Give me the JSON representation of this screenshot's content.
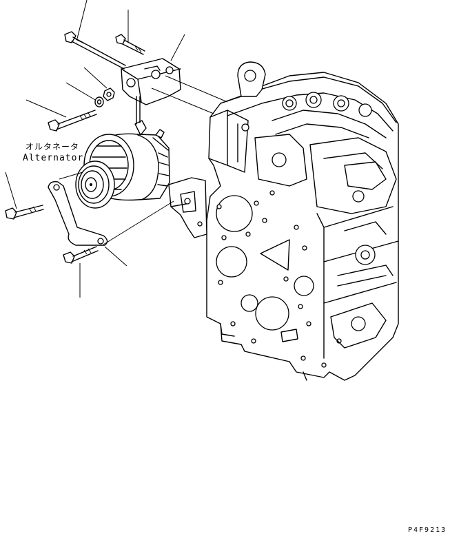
{
  "labels": {
    "alternator_jp": "オルタネータ",
    "alternator_en": "Alternator",
    "figure_code": "P4F9213"
  }
}
